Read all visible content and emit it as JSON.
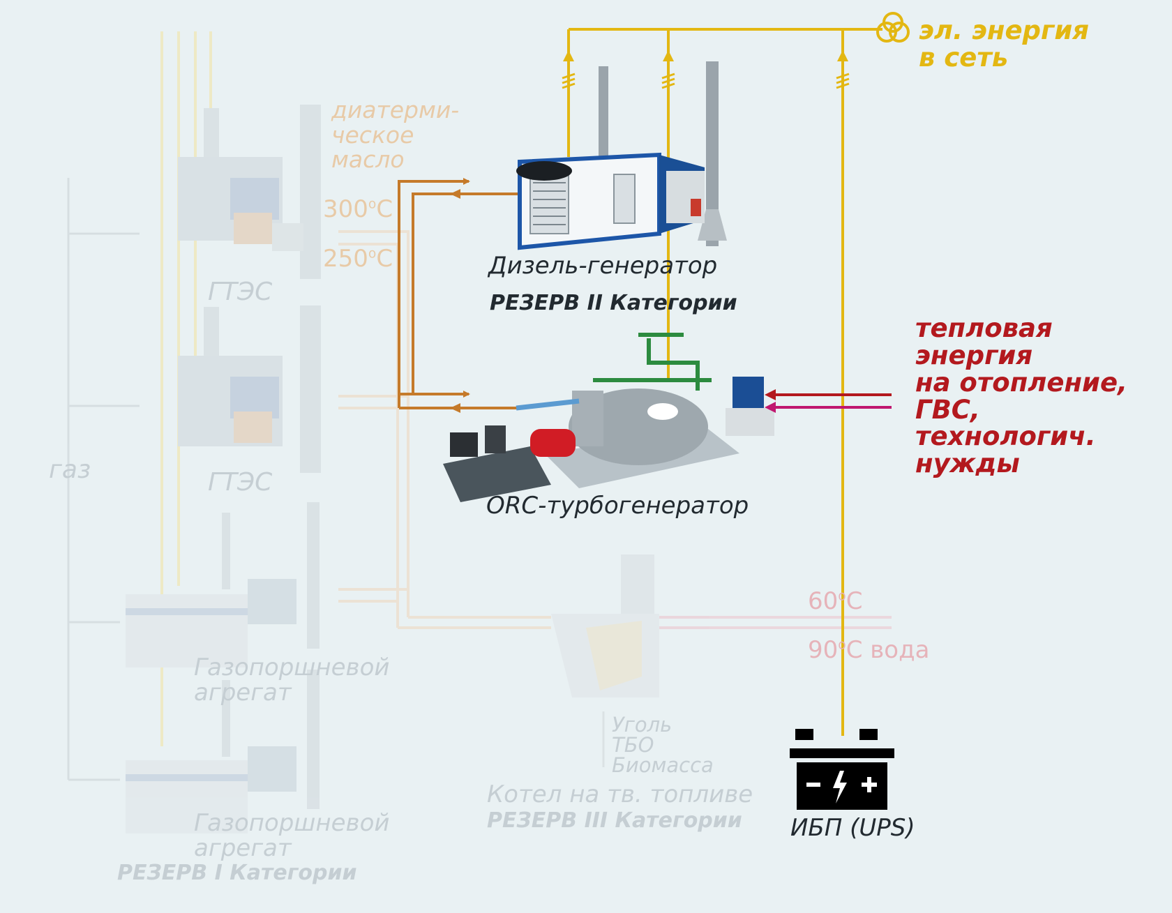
{
  "labels": {
    "grid_export": [
      "эл. энергия",
      "в сеть"
    ],
    "thermal_energy": [
      "тепловая",
      "энергия",
      "на отопление,",
      "ГВС,",
      "технологич.",
      "нужды"
    ],
    "diathermic_oil": [
      "диатерми-",
      "ческое",
      "масло"
    ],
    "temp_300": "300",
    "temp_250": "250",
    "deg_unit": "o",
    "celsius": "C",
    "temp_60": "60",
    "temp_90": "90",
    "water_suffix": " вода",
    "gas": "газ",
    "gtes_1": "ГТЭС",
    "gtes_2": "ГТЭС",
    "diesel_name": "Дизель-генератор",
    "diesel_reserve": "РЕЗЕРВ II Категории",
    "orc_name": "ORC-турбогенератор",
    "gpa_1": [
      "Газопоршневой",
      "агрегат"
    ],
    "gpa_2": [
      "Газопоршневой",
      "агрегат"
    ],
    "reserve_1": "РЕЗЕРВ I Категории",
    "fuel": [
      "Уголь",
      "ТБО",
      "Биомасса"
    ],
    "boiler_name": "Котел на тв. топливе",
    "boiler_reserve": "РЕЗЕРВ III Категории",
    "ups": "ИБП (UPS)"
  },
  "icons": {
    "grid": "grid-connection-icon",
    "battery": "battery-ups-icon",
    "diesel": "diesel-generator-icon",
    "orc": "orc-turbogenerator-icon"
  },
  "colors": {
    "electric": "#e3b712",
    "oil": "#c57a2a",
    "heat": "#b3191e",
    "return": "#c0176f",
    "text_dark": "#222a30",
    "faded": "#c5ced3"
  }
}
